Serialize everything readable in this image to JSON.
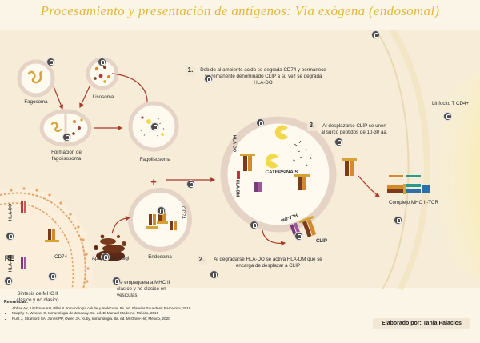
{
  "title": "Procesamiento y presentación de antígenos: Vía exógena (endosomal)",
  "labels": {
    "fagosoma": "Fagosoma",
    "lisosoma": "Lisosoma",
    "formacion": "Formacion de fagolisosoma",
    "fagolisosoma": "Fagolisosoma",
    "endosoma": "Endosoma",
    "cd74_a": "CD74",
    "cd74_b": "CD74",
    "aparato_golgi": "Aparato de Golgi",
    "empaqueta": "Se empaqueta a MHC II clasico y no clasico en vesiculas",
    "sintesis": "Sintesis de MHC II clasico y no clasico",
    "re": "RE",
    "hla_do_left": "HLA-DO",
    "hla_dm_left": "HLA-DM",
    "hla_do_mid": "HLA-DO",
    "hla_dm_mid": "HLA-DM",
    "hla_dm_rot": "HLA-DM",
    "catepsina": "CATEPSINA S",
    "clip": "CLIP",
    "linfocito": "Linfocito T CD4+",
    "complejo": "Complejo MHC II-TCR"
  },
  "steps": [
    {
      "num": "1.",
      "text": "Debido al ambiente acido se degrada CD74 y permanece un remanente denominado CLIP a su vez se degrada HLA-DO"
    },
    {
      "num": "2.",
      "text": "Al degradarse HLA-DO se activa HLA-DM que se encarga de desplazar a CLIP"
    },
    {
      "num": "3.",
      "text": "Al desplazarse CLIP se unen al surco peptidos de 10-30 aa."
    }
  ],
  "references": {
    "title": "Referencias:",
    "items": [
      "Abbas AK, Litchman AH, Pillai S. Inmunologia celular y molecular. 9a. ed. Elsevier Saunders; Barcelona, 2018.",
      "Murphy K, Weaver C. Inmunologia de Janeway. 9a. ed. El Manual Moderno. México, 2019",
      "Punt J, Stranford SA, Jones PP, Owen JA. Kuby. Inmunologia. 8a. ed. McGraw-Hill; México, 2020"
    ]
  },
  "author": "Elaborado por: Tania Palacios",
  "plus": "+",
  "colors": {
    "title": "#e4b83c",
    "background": "#faf5e6",
    "panel": "#f1e7d4",
    "arrow": "#a83a2c",
    "membrane": "#ead6c6",
    "cell_yellow": "#fce98a",
    "mhc_brown": "#7a3b1c",
    "mhc_orange": "#d28a2a",
    "hla_red": "#b33a3a",
    "hla_purple": "#7a3a7a",
    "tcr_blue": "#2d6fa6",
    "tcr_teal": "#2a9a8c"
  },
  "icons": [
    "audio-button-icon"
  ]
}
